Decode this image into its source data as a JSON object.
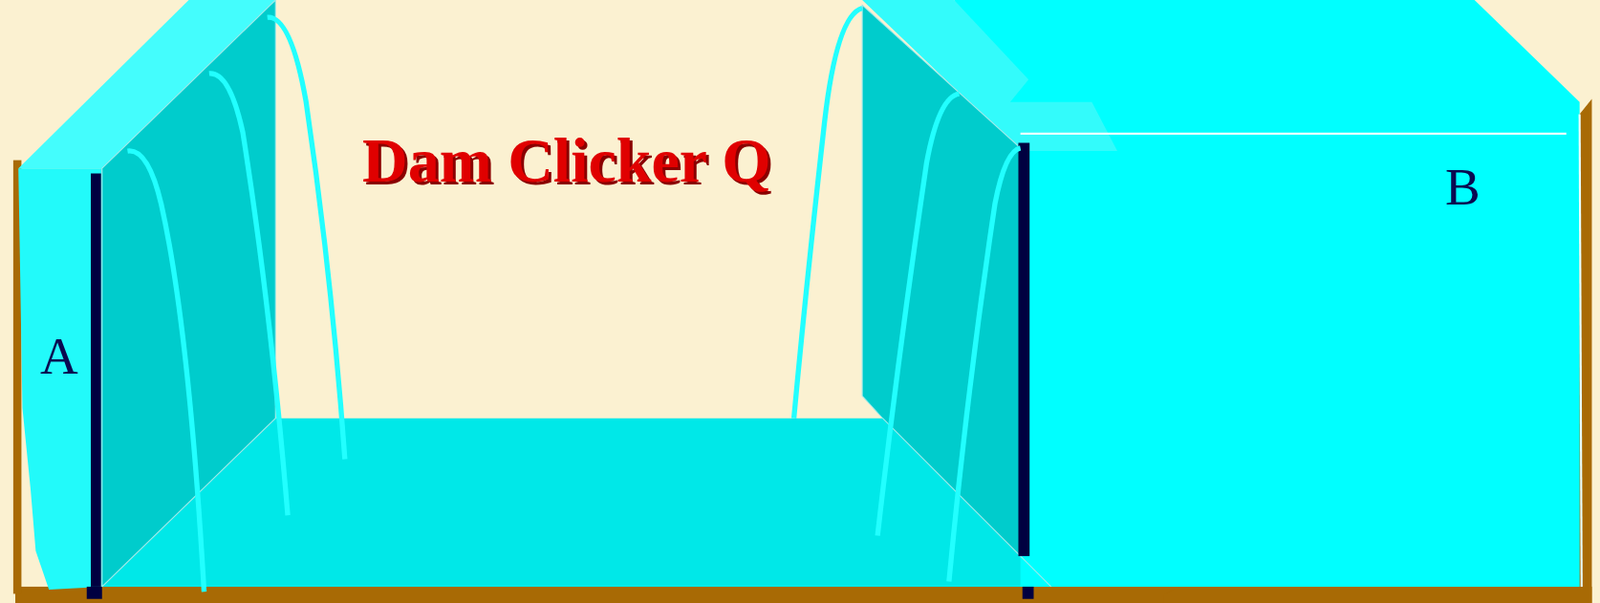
{
  "diagram": {
    "title": "Dam Clicker Q",
    "labels": [
      "A",
      "B"
    ]
  }
}
